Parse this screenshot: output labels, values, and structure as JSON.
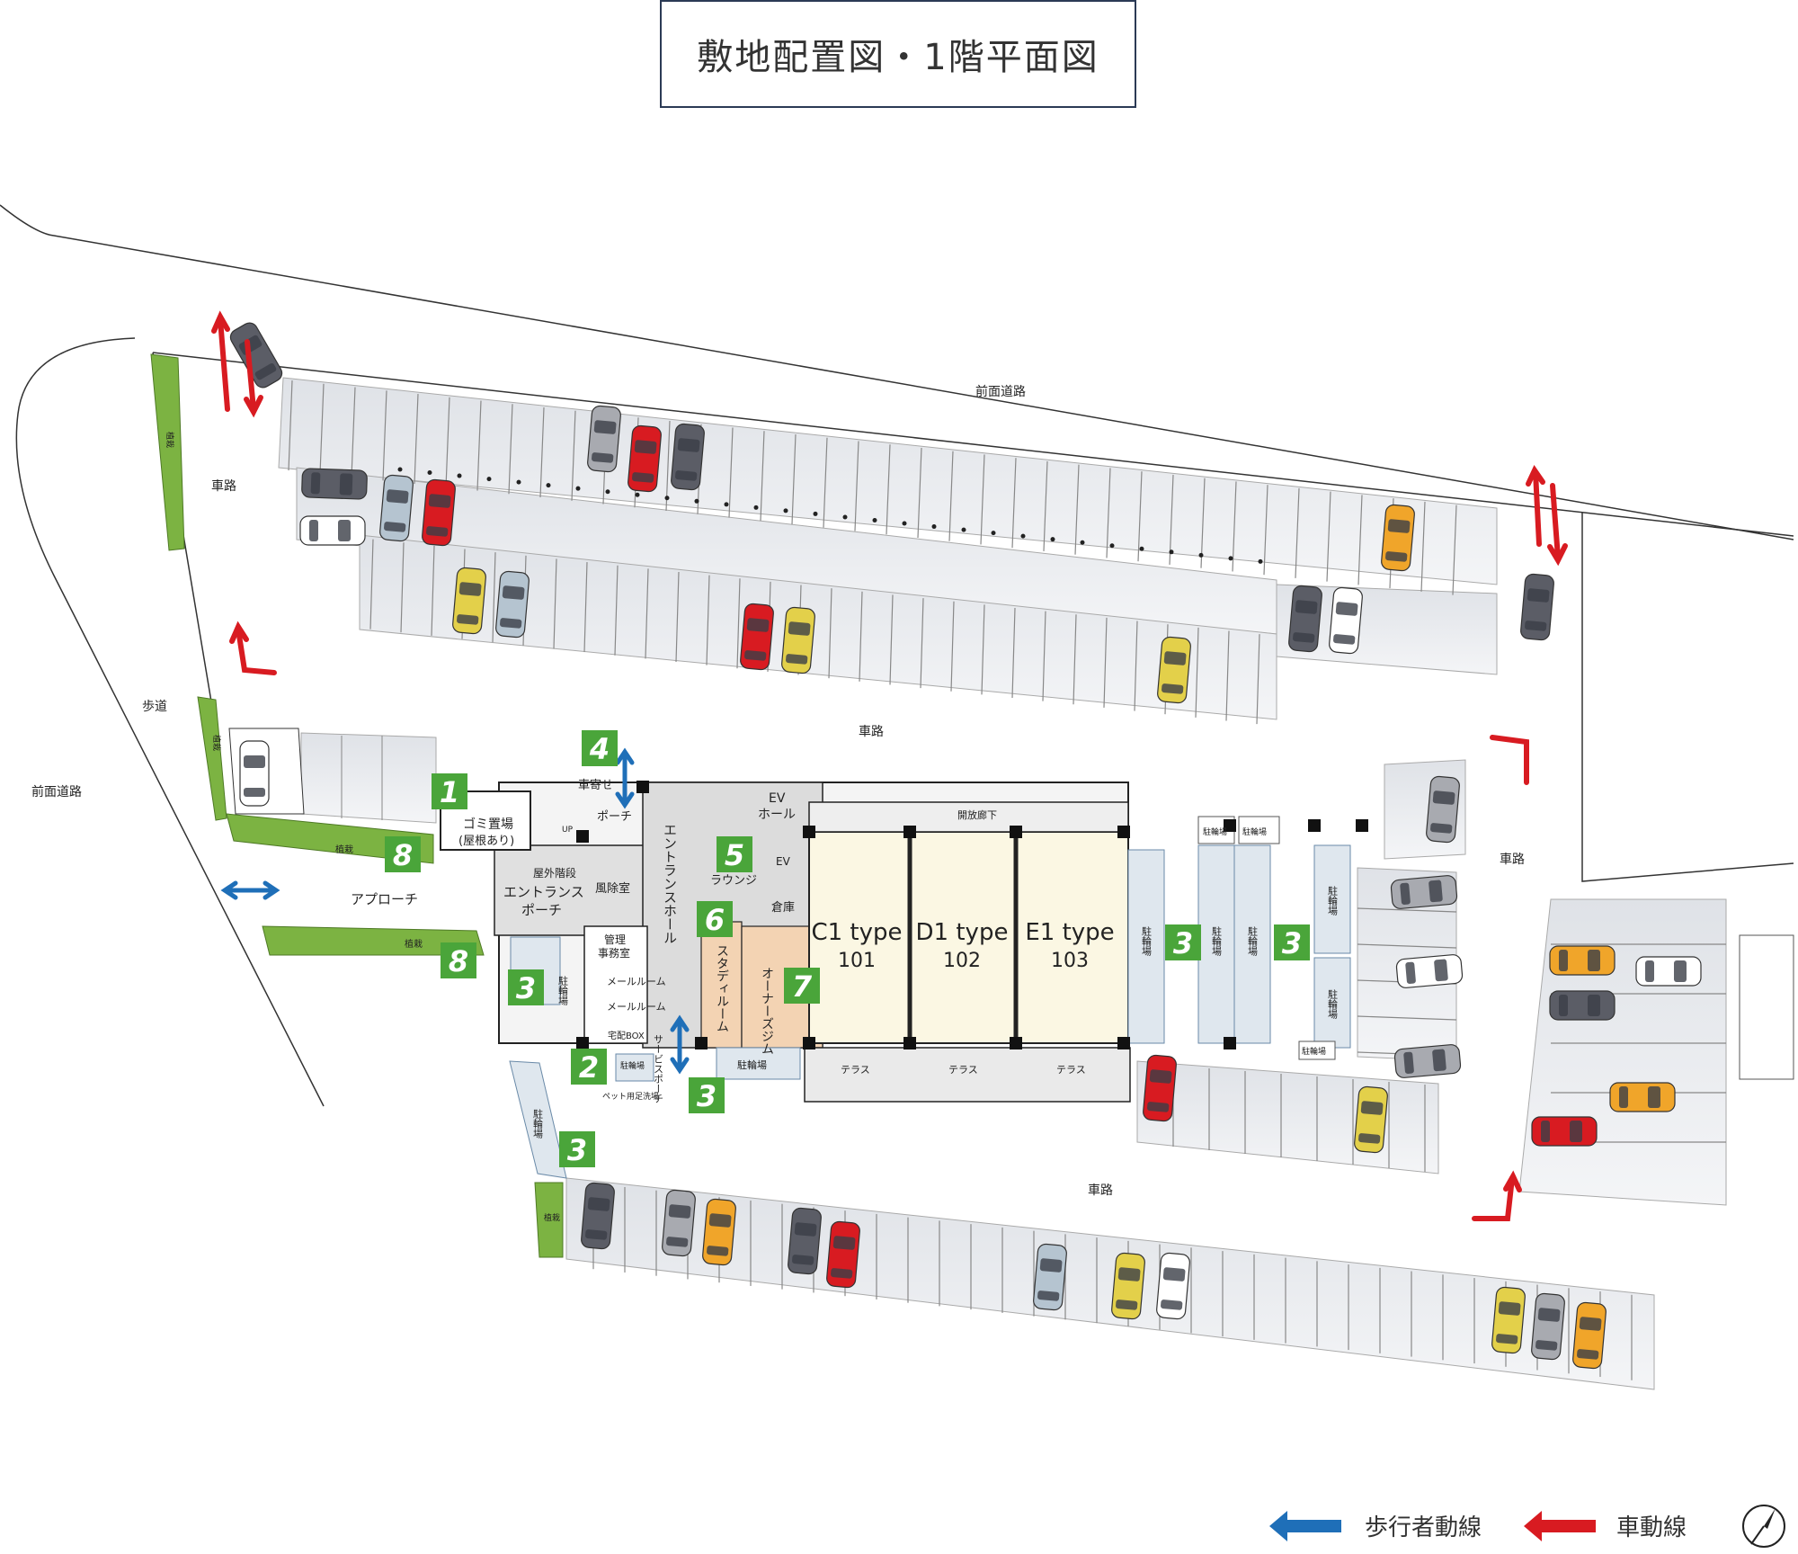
{
  "title": "敷地配置図・1階平面図",
  "labels": {
    "front_road_top": "前面道路",
    "front_road_left": "前面道路",
    "car_road_top_left": "車路",
    "car_road_center": "車路",
    "car_road_right": "車路",
    "car_road_bottom": "車路",
    "sidewalk": "歩道",
    "approach": "アプローチ",
    "planting_1": "植栽",
    "planting_2": "植栽",
    "planting_3": "植栽",
    "planting_4": "植栽",
    "planting_5": "植栽",
    "garbage": "ゴミ置場",
    "garbage_note": "(屋根あり)",
    "car_drop": "車寄せ",
    "porch": "ポーチ",
    "outdoor_stairs": "屋外階段",
    "entrance_porch_1": "エントランス",
    "entrance_porch_2": "ポーチ",
    "windbreak": "風除室",
    "entrance_hall": "エントランスホール",
    "ev_hall_1": "EV",
    "ev_hall_2": "ホール",
    "ev": "EV",
    "lounge": "ラウンジ",
    "storage": "倉庫",
    "study_room": "スタディルーム",
    "owners_gym": "オーナーズジム",
    "management_1": "管理",
    "management_2": "事務室",
    "mail_room_1": "メールルーム",
    "mail_room_2": "メールルーム",
    "delivery_box": "宅配BOX",
    "service_porch": "サービスポーチ",
    "bike_parking_1": "駐輪場",
    "bike_parking_2": "駐輪場",
    "bike_parking_3": "駐輪場",
    "bike_parking_4": "駐輪場",
    "bike_parking_5": "駐輪場",
    "bike_parking_6": "駐輪場",
    "bike_parking_7": "駐輪場",
    "bike_parking_8": "駐輪場",
    "bike_parking_9": "駐輪場",
    "bike_parking_10": "駐輪場",
    "pet_wash": "ペット用足洗場",
    "open_corridor": "開放廊下",
    "terrace_1": "テラス",
    "terrace_2": "テラス",
    "terrace_3": "テラス",
    "up": "UP"
  },
  "units": [
    {
      "type": "C1 type",
      "number": "101"
    },
    {
      "type": "D1 type",
      "number": "102"
    },
    {
      "type": "E1 type",
      "number": "103"
    }
  ],
  "markers": [
    "1",
    "2",
    "3",
    "3",
    "3",
    "3",
    "3",
    "4",
    "5",
    "6",
    "7",
    "8",
    "8"
  ],
  "legend": {
    "pedestrian": "歩行者動線",
    "vehicle": "車動線"
  },
  "colors": {
    "marker_green": "#4aa53a",
    "planting_green": "#7cb342",
    "pedestrian_arrow": "#1f6fb8",
    "vehicle_arrow": "#d81b21",
    "unit_fill": "#fbf7e3",
    "gym_fill": "#f3d3b3",
    "parking_fill": "#e9ebee"
  }
}
